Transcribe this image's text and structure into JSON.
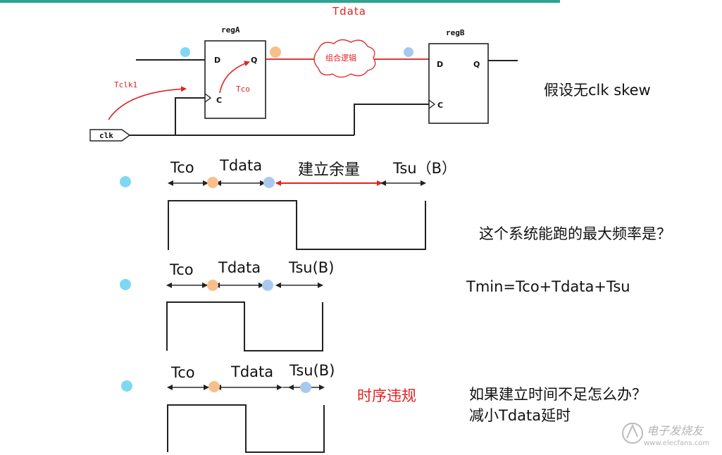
{
  "circuit": {
    "tdata_label": "Tdata",
    "regA_label": "regA",
    "regB_label": "regB",
    "d_pin": "D",
    "q_pin": "Q",
    "c_pin": "C",
    "comb_logic": "组合逻辑",
    "tclk1_label": "Tclk1",
    "tco_label": "Tco",
    "clk_label": "clk"
  },
  "note_no_skew": "假设无clk skew",
  "timing1": {
    "tco": "Tco",
    "tdata": "Tdata",
    "slack": "建立余量",
    "tsu": "Tsu（B）"
  },
  "question_max_freq": "这个系统能跑的最大频率是？",
  "timing2": {
    "tco": "Tco",
    "tdata": "Tdata",
    "tsu": "Tsu(B)"
  },
  "formula": "Tmin=Tco+Tdata+Tsu",
  "timing3": {
    "tco": "Tco",
    "tdata": "Tdata",
    "tsu": "Tsu(B)"
  },
  "violation_label": "时序违规",
  "question_setup": "如果建立时间不足怎么办？",
  "answer_setup": "减小Tdata延时",
  "watermark": {
    "name": "电子发烧友",
    "url": "www.elecfans.com"
  },
  "colors": {
    "cyan": "#7fd8f3",
    "orange": "#f7c08a",
    "blue": "#a9c8ee",
    "red": "#e02222",
    "teal": "#2ea38f"
  }
}
